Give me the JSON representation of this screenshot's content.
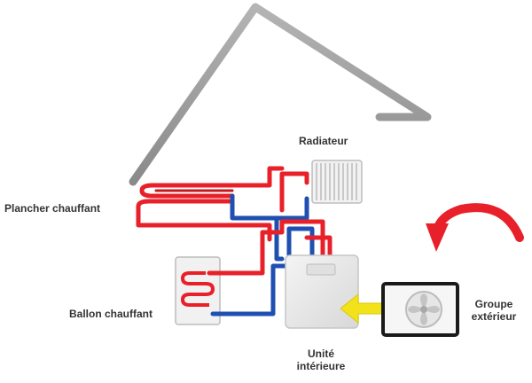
{
  "labels": {
    "radiateur": "Radiateur",
    "plancher": "Plancher chauffant",
    "ballon": "Ballon chauffant",
    "unite_l1": "Unité",
    "unite_l2": "intérieure",
    "groupe_l1": "Groupe",
    "groupe_l2": "extérieur"
  },
  "colors": {
    "wall": "#9a9a9a",
    "hot_pipe": "#e8202a",
    "cold_pipe": "#1f4fb0",
    "heat_arrow": "#e8202a",
    "flow_arrow": "#f2e21a"
  },
  "icons": {
    "outdoor_fan": "fan-icon",
    "rotation_arrow": "curved-arrow-icon",
    "heat_transfer": "arrow-left-icon"
  }
}
